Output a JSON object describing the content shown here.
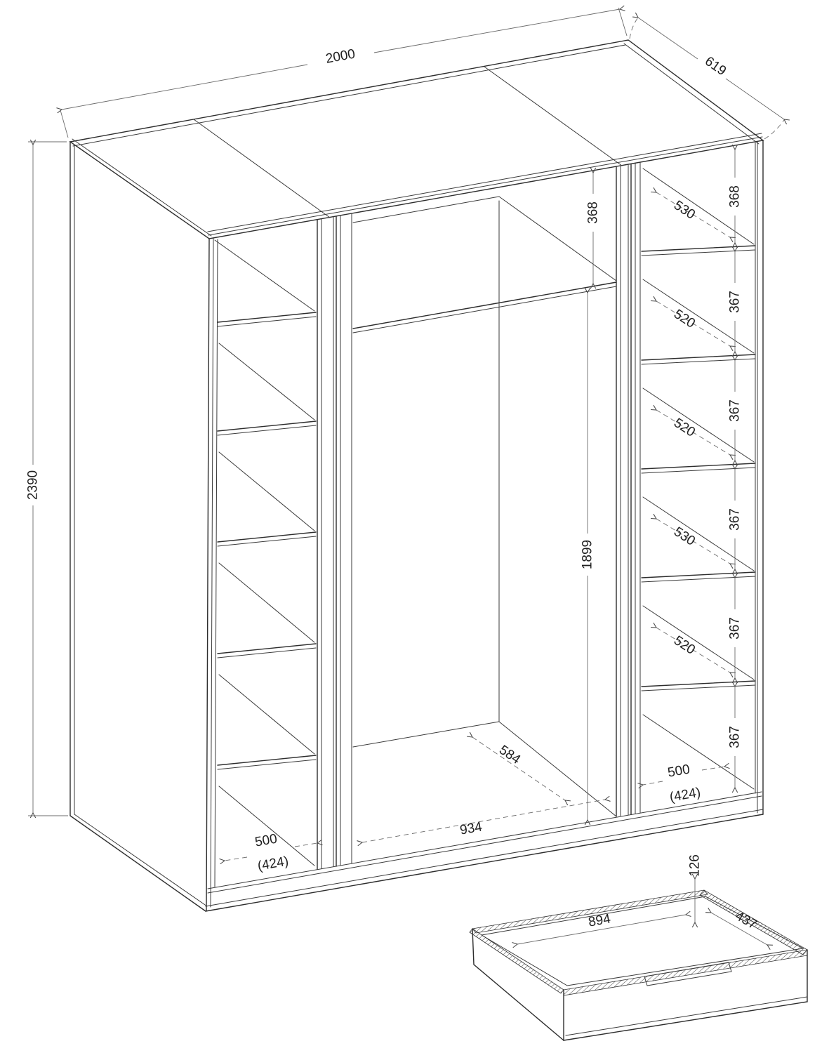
{
  "overall": {
    "width": "2000",
    "depth": "619",
    "height": "2390"
  },
  "middle_section": {
    "top_gap": "368",
    "hanging_height": "1899",
    "floor_depth": "584",
    "floor_width": "934"
  },
  "left_column": {
    "bottom_width": "500",
    "bottom_width_secondary": "(424)"
  },
  "right_column": {
    "shelf_depths": [
      "530",
      "520",
      "520",
      "530",
      "520"
    ],
    "compartment_heights": [
      "368",
      "367",
      "367",
      "367",
      "367",
      "367"
    ],
    "bottom_width": "500",
    "bottom_width_secondary": "(424)"
  },
  "drawer": {
    "inner_width": "894",
    "inner_depth": "437",
    "height": "126"
  }
}
